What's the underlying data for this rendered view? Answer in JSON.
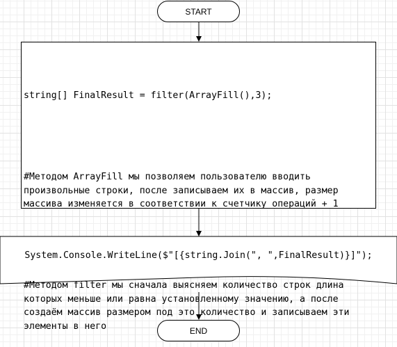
{
  "flowchart": {
    "start_label": "START",
    "process": {
      "code_line": "string[] FinalResult = filter(ArrayFill(),3);",
      "comment1": "#Методом ArrayFill мы позволяем пользователю вводить произвольные строки, после записываем их в массив, размер массива изменяется в соответствии к счетчику операций + 1",
      "comment2": "#Методом filter мы сначала выясняем количество строк длина которых меньше или равна установленному значению, а после создаём массив размером под это количество и записываем эти элементы в него"
    },
    "output_label": "System.Console.WriteLine($\"[{string.Join(\", \",FinalResult)}]\");",
    "end_label": "END"
  }
}
